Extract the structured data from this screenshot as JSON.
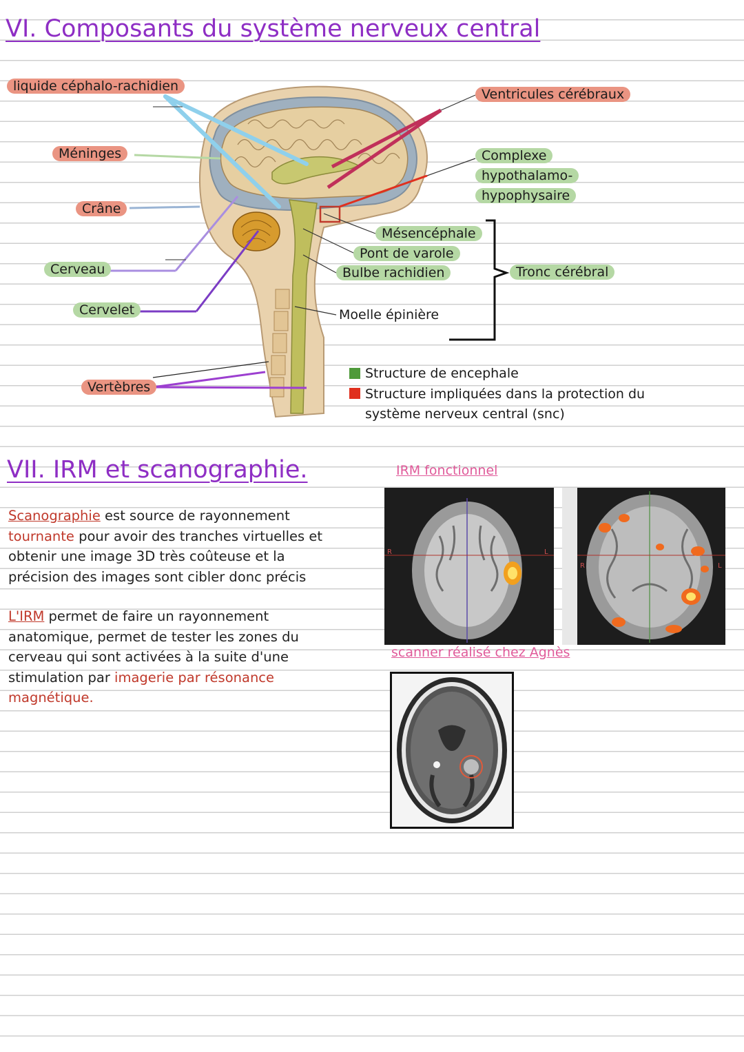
{
  "section6": {
    "title": "VI. Composants du système nerveux central",
    "labels": {
      "lcr": "liquide céphalo-rachidien",
      "meninges": "Méninges",
      "crane": "Crâne",
      "cerveau": "Cerveau",
      "cervelet": "Cervelet",
      "vertebres": "Vertèbres",
      "ventricules": "Ventricules cérébraux",
      "complexe_1": "Complexe",
      "complexe_2": "hypothalamo-",
      "complexe_3": "hypophysaire",
      "mesencephale": "Mésencéphale",
      "pont": "Pont de varole",
      "bulbe": "Bulbe rachidien",
      "tronc": "Tronc cérébral",
      "moelle": "Moelle épinière"
    },
    "legend": {
      "green_label": "Structure de encephale",
      "red_label_1": "Structure impliquées dans la protection du",
      "red_label_2": "système nerveux central (snc)",
      "green_color": "#4f9a3a",
      "red_color": "#e0301e"
    }
  },
  "section7": {
    "title": "VII. IRM et scanographie.",
    "para1": {
      "term": "Scanographie",
      "text1": " est source de rayonnement",
      "term2": "tournante",
      "text2": " pour avoir des tranches virtuelles et",
      "line3": "obtenir une image 3D très coûteuse et la",
      "line4": "précision des images sont cibler donc précis"
    },
    "para2": {
      "term": "L'IRM",
      "text1": " permet de faire un rayonnement",
      "line2": "anatomique, permet de tester les zones du",
      "line3": "cerveau qui sont activées à la suite d'une",
      "line4a": "stimulation par ",
      "line4b": "imagerie par résonance",
      "line5": "magnétique."
    },
    "irm_caption": "IRM fonctionnel",
    "scan_caption": "scanner réalisé chez Agnès",
    "irm_marks": {
      "r": "R",
      "l": "L"
    }
  }
}
